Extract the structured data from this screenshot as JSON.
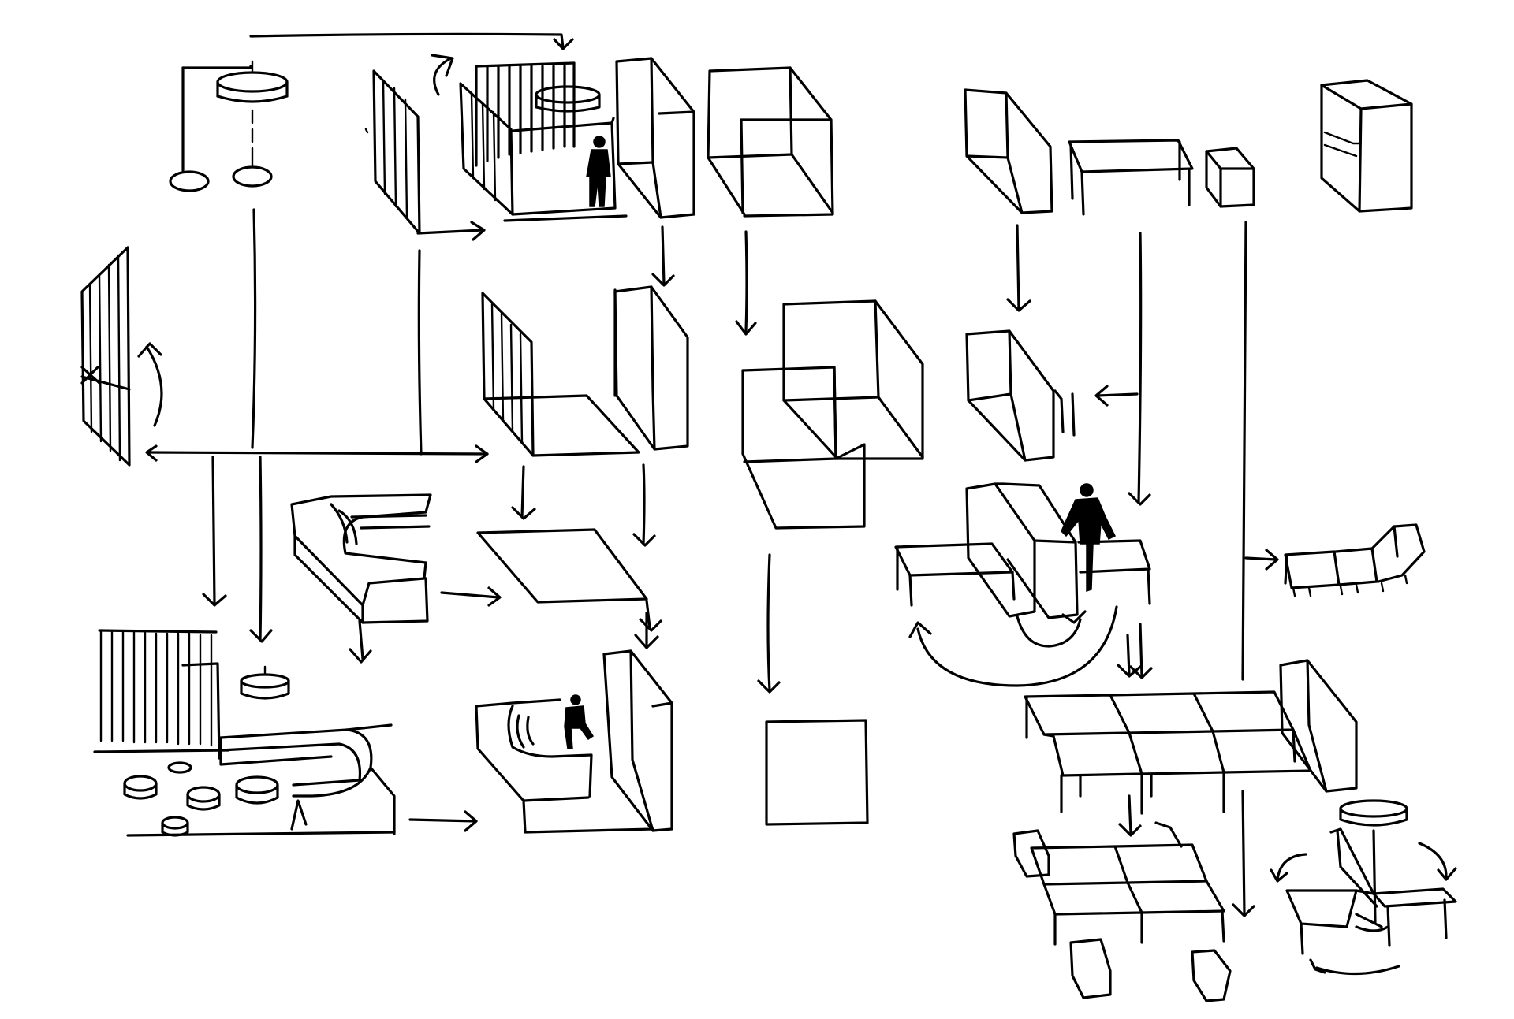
{
  "sketch": {
    "ink_color": "#000000",
    "paper_color": "#ffffff",
    "groups": [
      "hanging-lamp-assembly",
      "partition-screens",
      "meeting-enclosure-with-figure",
      "tall-panel-units",
      "open-frame-cubes",
      "storage-blocks-and-tables",
      "curved-bench-lounge",
      "desk-clusters-with-figures",
      "mobile-carts",
      "rotating-table-arrangement",
      "flow-arrows"
    ]
  }
}
